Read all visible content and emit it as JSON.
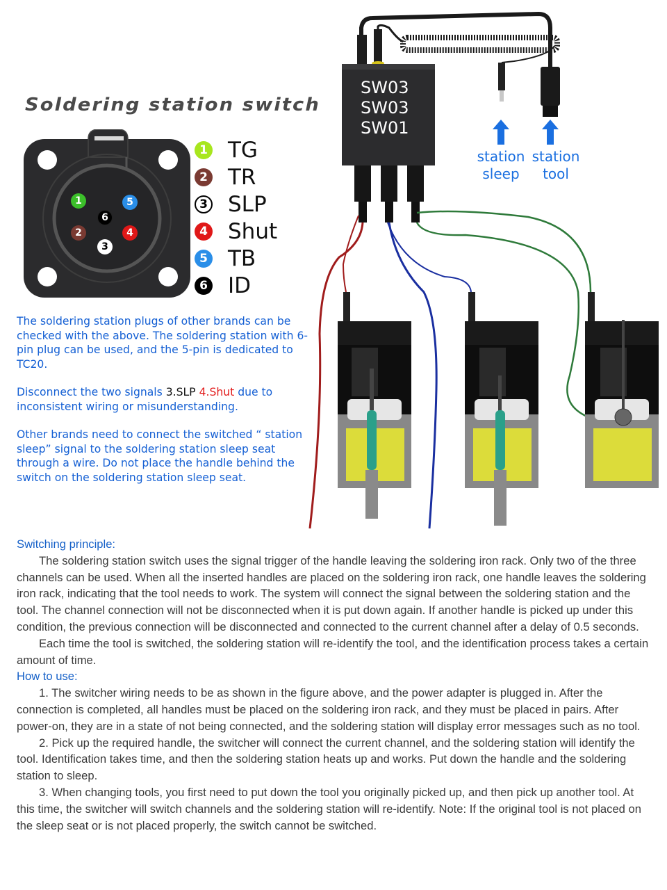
{
  "title": "Soldering station switch",
  "pins": [
    {
      "number": "1",
      "label": "TG",
      "color": "#a8e61e"
    },
    {
      "number": "2",
      "label": "TR",
      "color": "#7a3a32"
    },
    {
      "number": "3",
      "label": "SLP",
      "color": "#ffffff"
    },
    {
      "number": "4",
      "label": "Shut",
      "color": "#e01818"
    },
    {
      "number": "5",
      "label": "TB",
      "color": "#2a8ee8"
    },
    {
      "number": "6",
      "label": "ID",
      "color": "#000000"
    }
  ],
  "connector_pins": [
    {
      "number": "1",
      "color": "#3cc02a"
    },
    {
      "number": "2",
      "color": "#7a3a32"
    },
    {
      "number": "3",
      "color": "#ffffff"
    },
    {
      "number": "4",
      "color": "#e01818"
    },
    {
      "number": "5",
      "color": "#2a8ee8"
    },
    {
      "number": "6",
      "color": "#000000"
    }
  ],
  "device": {
    "model_lines": [
      "SW03",
      "SW03",
      "SW01"
    ],
    "arrow_labels": [
      {
        "line1": "station",
        "line2": "sleep"
      },
      {
        "line1": "station",
        "line2": "tool"
      }
    ],
    "cable_colors": [
      "#a01c1c",
      "#1a2fa0",
      "#2e7a3a"
    ],
    "arrow_color": "#1a6fe0"
  },
  "notes": {
    "note1": "The soldering station plugs of other brands can be checked with the above. The soldering station with 6-pin plug can be used, and the 5-pin is dedicated to TC20.",
    "note2_prefix": "Disconnect the two signals ",
    "note2_slp": "3.SLP",
    "note2_shut": "4.Shut",
    "note2_suffix": " due to inconsistent wiring or misunderstanding.",
    "note3": "Other brands need to connect the switched “ station sleep”  signal to the soldering station sleep seat through a wire. Do not place the handle behind the switch on the soldering station sleep seat."
  },
  "body": {
    "switching_heading": "Switching principle:",
    "switching_p1": "The soldering station switch uses the signal trigger of the handle leaving the soldering iron rack. Only two of the three channels can be used. When all the inserted handles are placed on the soldering iron rack, one handle leaves the soldering iron rack, indicating that the tool needs to work. The system will connect the signal between the soldering station and the tool. The channel connection will not be disconnected when it is put down again. If another handle is picked up under this condition, the previous connection will be disconnected and connected to the current channel after a delay of 0.5 seconds.",
    "switching_p2": "Each time the tool is switched, the soldering station will re-identify the tool, and the identification process takes a certain amount of time.",
    "howto_heading": "How to use:",
    "howto_steps": [
      "1. The switcher wiring needs to be as shown in the figure above, and the power adapter is plugged in. After the connection is completed, all handles must be placed on the soldering iron rack, and they must be placed in pairs. After power-on, they are in a state of not being connected, and the soldering station will display error messages such as no tool.",
      "2. Pick up the required handle, the switcher will connect the current channel, and the soldering station will identify the tool. Identification takes time, and then the soldering station heats up and works. Put down the handle and the soldering station to sleep.",
      "3. When changing tools, you first need to put down the tool you originally picked up, and then pick up another tool. At this time, the switcher will switch channels and the soldering station will re-identify. Note: If the original tool is not placed on the sleep seat or is not placed properly, the switch cannot be switched."
    ]
  }
}
